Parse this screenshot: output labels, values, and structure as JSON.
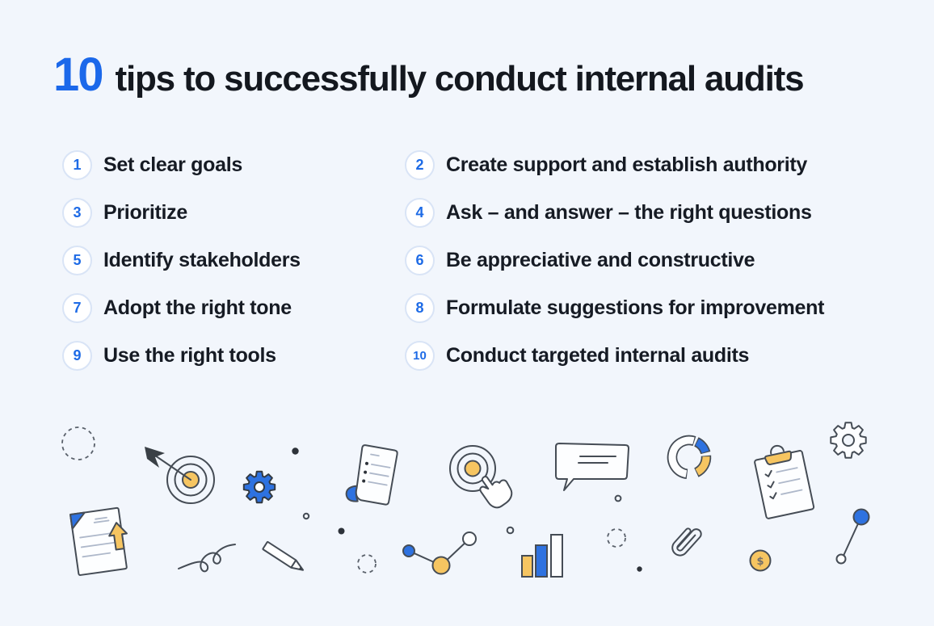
{
  "title": {
    "number": "10",
    "text": "tips to successfully conduct internal audits"
  },
  "tips": [
    {
      "num": "1",
      "label": "Set clear goals"
    },
    {
      "num": "2",
      "label": "Create support and establish authority"
    },
    {
      "num": "3",
      "label": "Prioritize"
    },
    {
      "num": "4",
      "label": "Ask – and answer – the right questions"
    },
    {
      "num": "5",
      "label": "Identify stakeholders"
    },
    {
      "num": "6",
      "label": "Be appreciative and constructive"
    },
    {
      "num": "7",
      "label": "Adopt the right tone"
    },
    {
      "num": "8",
      "label": "Formulate suggestions for improvement"
    },
    {
      "num": "9",
      "label": "Use the right tools"
    },
    {
      "num": "10",
      "label": "Conduct targeted internal audits"
    }
  ],
  "colors": {
    "background": "#f2f6fc",
    "accent_blue": "#2e72e0",
    "title_blue": "#1b68ea",
    "accent_yellow": "#f6c561",
    "outline_gray": "#454c55",
    "text_dark": "#14181f",
    "badge_border": "#d9e4f6"
  },
  "decorations": {
    "coin_symbol": "$",
    "icons": [
      "dashed-circle-icon",
      "target-arrow-icon",
      "gear-icon",
      "document-upload-icon",
      "squiggle-icon",
      "pencil-icon",
      "checklist-paper-icon",
      "target-hand-icon",
      "speech-bubble-icon",
      "donut-chart-icon",
      "clipboard-checklist-icon",
      "gear-outline-icon",
      "line-chart-icon",
      "bar-chart-icon",
      "paperclip-icon",
      "dollar-coin-icon",
      "pin-icon",
      "scatter-dots-icon"
    ]
  }
}
